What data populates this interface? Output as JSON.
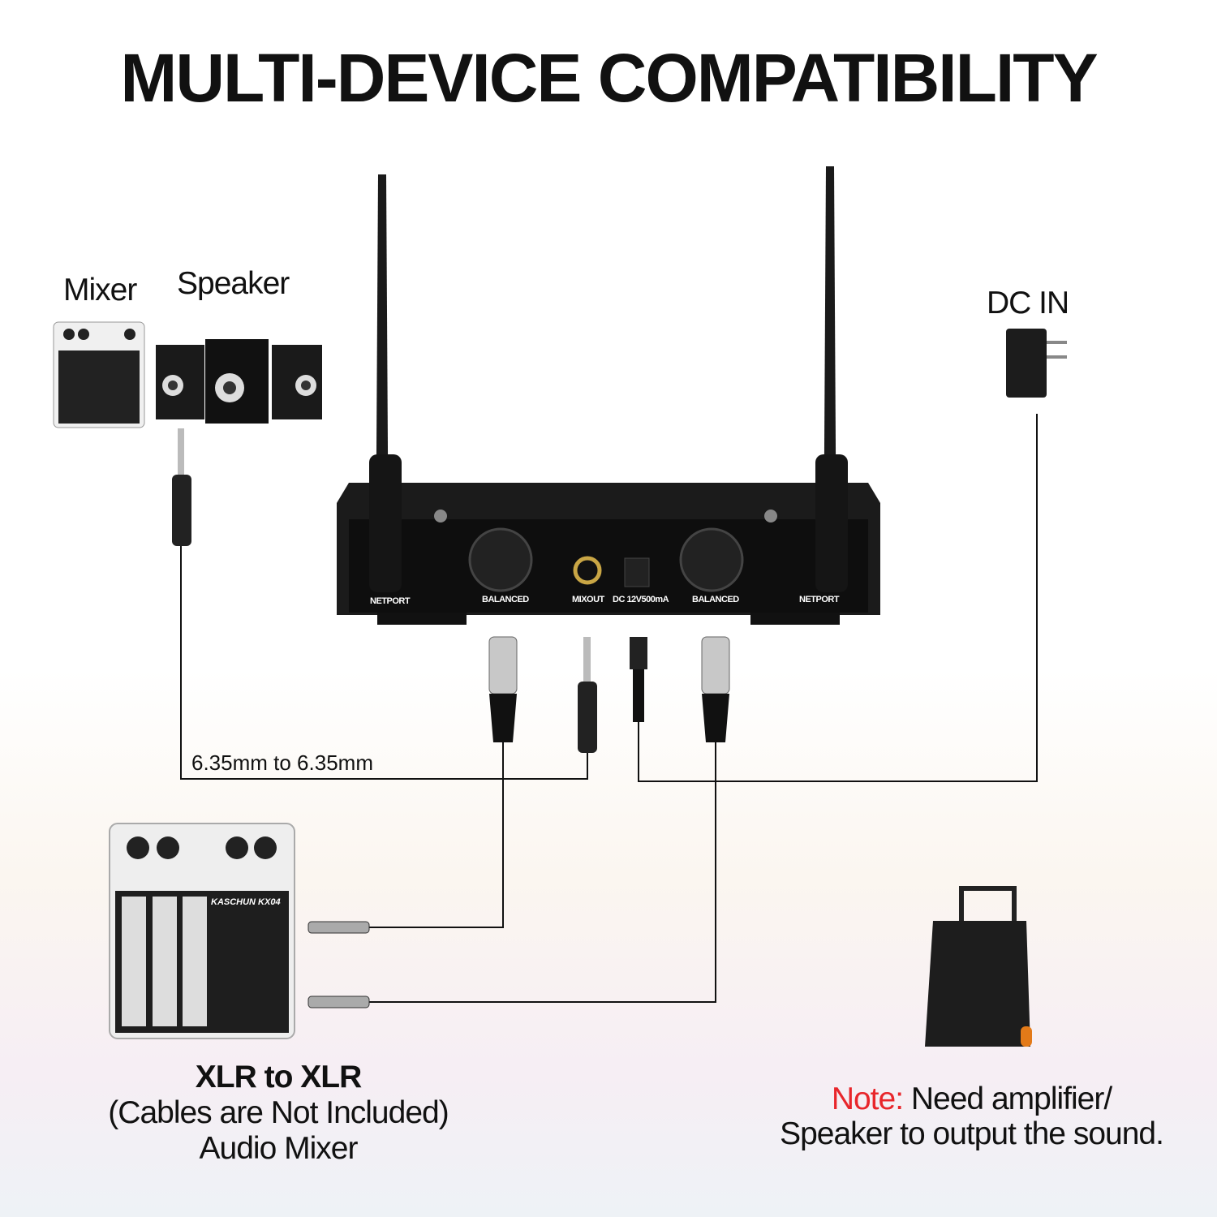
{
  "title": "MULTI-DEVICE COMPATIBILITY",
  "top_devices": {
    "mixer_label": "Mixer",
    "speaker_label": "Speaker"
  },
  "power": {
    "label": "DC IN"
  },
  "receiver_panel": {
    "labels": [
      "NETPORT",
      "BALANCED",
      "MIXOUT",
      "DC 12V500mA",
      "BALANCED",
      "NETPORT"
    ]
  },
  "cable_label": "6.35mm to 6.35mm",
  "bottom_mixer": {
    "title": "XLR to XLR",
    "subtitle": "(Cables are Not Included)",
    "caption": "Audio Mixer",
    "brand": "KASCHUN KX04"
  },
  "note": {
    "prefix": "Note:",
    "line1": "Need amplifier/",
    "line2": "Speaker to output the sound.",
    "prefix_color": "#e8262b"
  }
}
